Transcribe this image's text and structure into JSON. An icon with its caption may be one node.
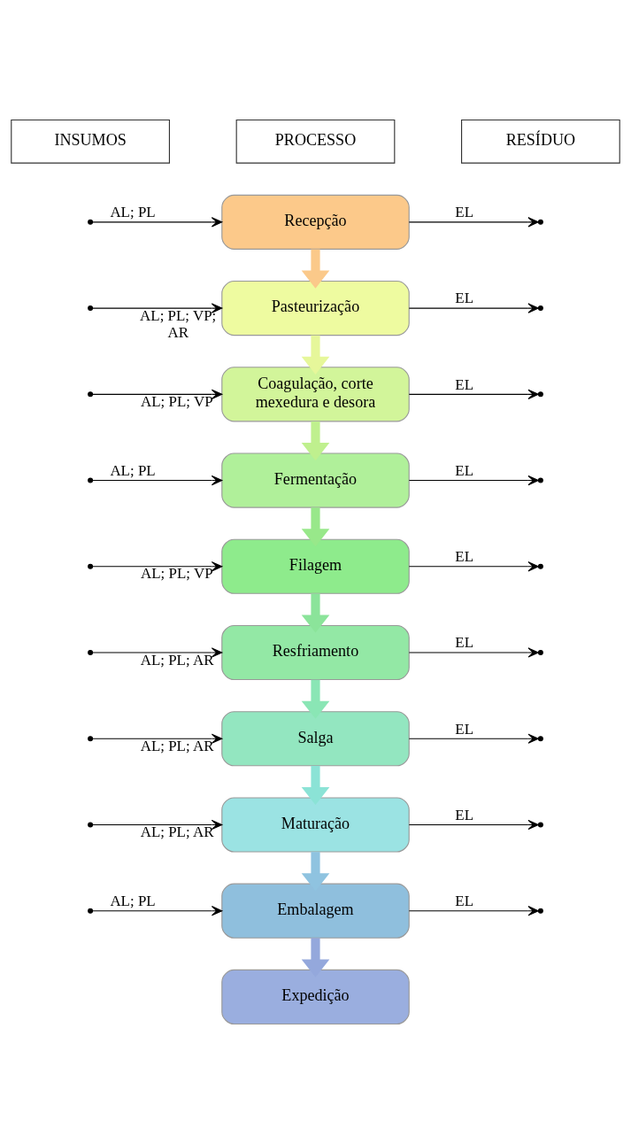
{
  "diagram": {
    "nodes": [
      {
        "text": [
          "INSUMOS"
        ]
      },
      {
        "text": [
          "PROCESSO"
        ]
      },
      {
        "text": [
          "RESÍDUO"
        ]
      },
      {
        "text": [
          "Recepção"
        ]
      },
      {
        "text": [
          "Pasteurização"
        ]
      },
      {
        "text": [
          "Coagulação, corte mexedura e desora"
        ]
      },
      {
        "text": [
          "Fermentação"
        ]
      },
      {
        "text": [
          "Filagem"
        ]
      },
      {
        "text": [
          "Resfriamento"
        ]
      },
      {
        "text": [
          "Salga"
        ]
      },
      {
        "text": [
          "Maturação"
        ]
      },
      {
        "text": [
          "Embalagem"
        ]
      },
      {
        "text": [
          "Expedição"
        ]
      }
    ],
    "edges": [
      {
        "from": null,
        "to": 3,
        "arrow": "to",
        "label": "AL; PL"
      },
      {
        "from": 3,
        "to": null,
        "arrow": "to",
        "label": "EL"
      },
      {
        "from": 3,
        "to": 4,
        "arrow": "to",
        "style": "thick",
        "color": "#fbc98a"
      },
      {
        "from": null,
        "to": 4,
        "arrow": "to",
        "label": "AL; PL; VP; AR"
      },
      {
        "from": 4,
        "to": null,
        "arrow": "to",
        "label": "EL"
      },
      {
        "from": 4,
        "to": 5,
        "arrow": "to",
        "style": "thick",
        "color": "#e6f79a"
      },
      {
        "from": null,
        "to": 5,
        "arrow": "to",
        "label": "AL; PL; VP"
      },
      {
        "from": 5,
        "to": null,
        "arrow": "to",
        "label": "EL"
      },
      {
        "from": 5,
        "to": 6,
        "arrow": "to",
        "style": "thick",
        "color": "#bff08e"
      },
      {
        "from": null,
        "to": 6,
        "arrow": "to",
        "label": "AL; PL"
      },
      {
        "from": 6,
        "to": null,
        "arrow": "to",
        "label": "EL"
      },
      {
        "from": 6,
        "to": 7,
        "arrow": "to",
        "style": "thick",
        "color": "#98e88a"
      },
      {
        "from": null,
        "to": 7,
        "arrow": "to",
        "label": "AL; PL; VP"
      },
      {
        "from": 7,
        "to": null,
        "arrow": "to",
        "label": "EL"
      },
      {
        "from": 7,
        "to": 8,
        "arrow": "to",
        "style": "thick",
        "color": "#8be49a"
      },
      {
        "from": null,
        "to": 8,
        "arrow": "to",
        "label": "AL; PL; AR"
      },
      {
        "from": 8,
        "to": null,
        "arrow": "to",
        "label": "EL"
      },
      {
        "from": 8,
        "to": 9,
        "arrow": "to",
        "style": "thick",
        "color": "#8ae6b5"
      },
      {
        "from": null,
        "to": 9,
        "arrow": "to",
        "label": "AL; PL; AR"
      },
      {
        "from": 9,
        "to": null,
        "arrow": "to",
        "label": "EL"
      },
      {
        "from": 9,
        "to": 10,
        "arrow": "to",
        "style": "thick",
        "color": "#8be3d6"
      },
      {
        "from": null,
        "to": 10,
        "arrow": "to",
        "label": "AL; PL; AR"
      },
      {
        "from": 10,
        "to": null,
        "arrow": "to",
        "label": "EL"
      },
      {
        "from": 10,
        "to": 11,
        "arrow": "to",
        "style": "thick",
        "color": "#8fc3e0"
      },
      {
        "from": null,
        "to": 11,
        "arrow": "to",
        "label": "AL; PL"
      },
      {
        "from": 11,
        "to": null,
        "arrow": "to",
        "label": "EL"
      },
      {
        "from": 11,
        "to": 12,
        "arrow": "to",
        "style": "thick",
        "color": "#94a8dc"
      }
    ]
  }
}
